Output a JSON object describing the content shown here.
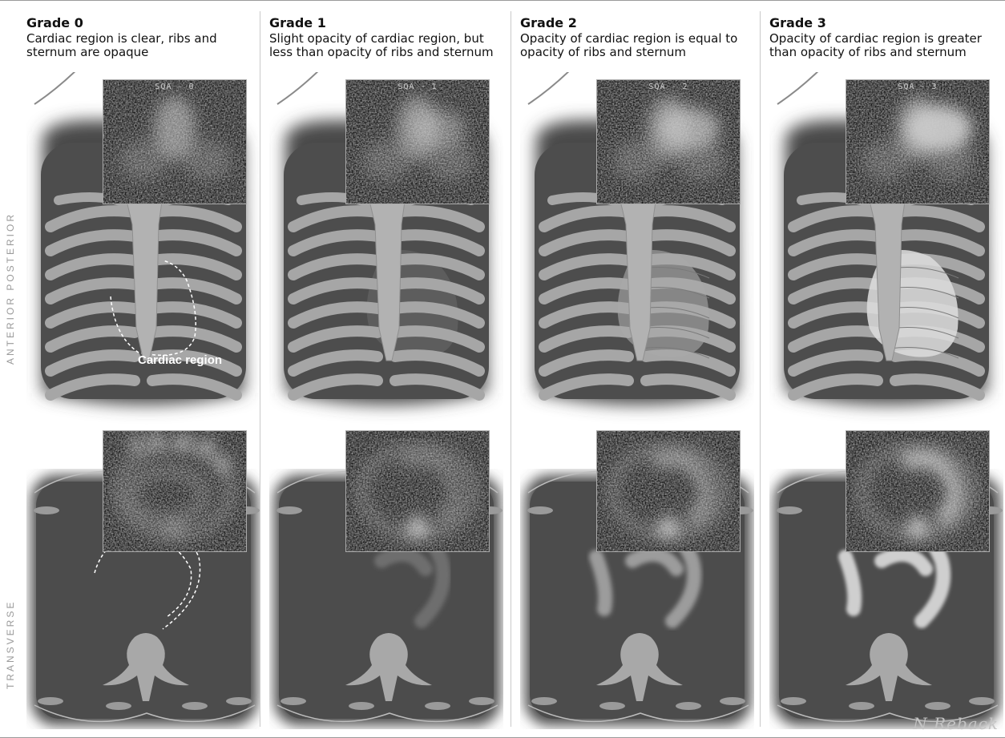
{
  "side_labels": {
    "anterior_posterior": "ANTERIOR POSTERIOR",
    "transverse": "TRANSVERSE"
  },
  "annotation": {
    "cardiac_region": "Cardiac region"
  },
  "signature": "N Reback",
  "grades": [
    {
      "title": "Grade 0",
      "description": "Cardiac region is clear, ribs and sternum are opaque",
      "ap_inset_label": "SQA - 0",
      "cardiac_opacity": 0
    },
    {
      "title": "Grade 1",
      "description": "Slight opacity of cardiac region, but less than opacity of ribs and sternum",
      "ap_inset_label": "SQA - 1",
      "cardiac_opacity": 1
    },
    {
      "title": "Grade 2",
      "description": "Opacity of cardiac region is equal to opacity of ribs and sternum",
      "ap_inset_label": "SQA - 2",
      "cardiac_opacity": 2
    },
    {
      "title": "Grade 3",
      "description": "Opacity of cardiac region is greater than opacity of ribs and sternum",
      "ap_inset_label": "SQA - 3",
      "cardiac_opacity": 3
    }
  ],
  "colors": {
    "chest_bg": "#4a4a4a",
    "bone": "#a8a8a8",
    "inset_bg": "#0d0d0d"
  }
}
